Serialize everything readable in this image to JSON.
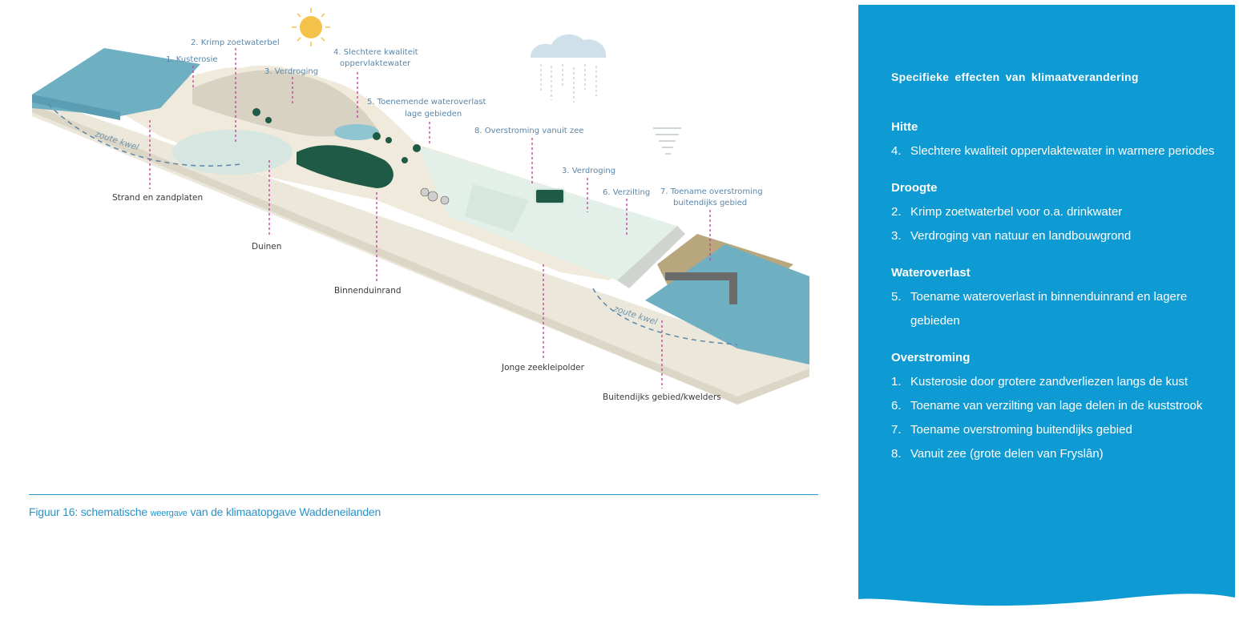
{
  "diagram": {
    "labels": {
      "kusterosie": "1. Kusterosie",
      "krimp": "2. Krimp zoetwaterbel",
      "verdroging_top": "3. Verdroging",
      "slechtere_1": "4. Slechtere kwaliteit",
      "slechtere_2": "oppervlaktewater",
      "toenemende_1": "5. Toenemende wateroverlast",
      "toenemende_2": "lage gebieden",
      "overstroming_zee": "8. Overstroming vanuit zee",
      "verdroging_mid": "3. Verdroging",
      "verzilting": "6. Verzilting",
      "toename_1": "7. Toename overstroming",
      "toename_2": "buitendijks gebied",
      "strand": "Strand en zandplaten",
      "duinen": "Duinen",
      "binnenduinrand": "Binnenduinrand",
      "jonge": "Jonge zeekleipolder",
      "buitendijks": "Buitendijks gebied/kwelders",
      "zoute_kwel_1": "zoute kwel",
      "zoute_kwel_2": "zoute kwel"
    },
    "colors": {
      "sea": "#6fafc2",
      "sand": "#efeadb",
      "land": "#e4f1ec",
      "trees": "#1f5a47",
      "leader": "#c43a96",
      "sun": "#f5c24a"
    },
    "icons": [
      "sun-icon",
      "cloud-rain-icon",
      "tornado-icon"
    ]
  },
  "caption": {
    "prefix": "Figuur 16: schematische",
    "small": "weergave",
    "suffix": "van de klimaatopgave Waddeneilanden"
  },
  "panel": {
    "title": "Specifieke effecten van klimaatverandering",
    "background": "#0e9ad3",
    "sections": [
      {
        "heading": "Hitte",
        "items": [
          {
            "num": "4.",
            "text": "Slechtere kwaliteit oppervlaktewater in warmere periodes"
          }
        ]
      },
      {
        "heading": "Droogte",
        "items": [
          {
            "num": "2.",
            "text": "Krimp zoetwaterbel voor o.a. drinkwater"
          },
          {
            "num": "3.",
            "text": "Verdroging van natuur en landbouwgrond"
          }
        ]
      },
      {
        "heading": "Wateroverlast",
        "items": [
          {
            "num": "5.",
            "text": "Toename wateroverlast in binnenduinrand en lagere gebieden"
          }
        ]
      },
      {
        "heading": "Overstroming",
        "items": [
          {
            "num": "1.",
            "text": "Kusterosie door grotere zandverliezen langs de kust"
          },
          {
            "num": "6.",
            "text": "Toename van verzilting van lage delen in de kuststrook"
          },
          {
            "num": "7.",
            "text": "Toename overstroming buitendijks gebied"
          },
          {
            "num": "8.",
            "text": "Vanuit zee (grote delen van Fryslân)"
          }
        ]
      }
    ]
  }
}
